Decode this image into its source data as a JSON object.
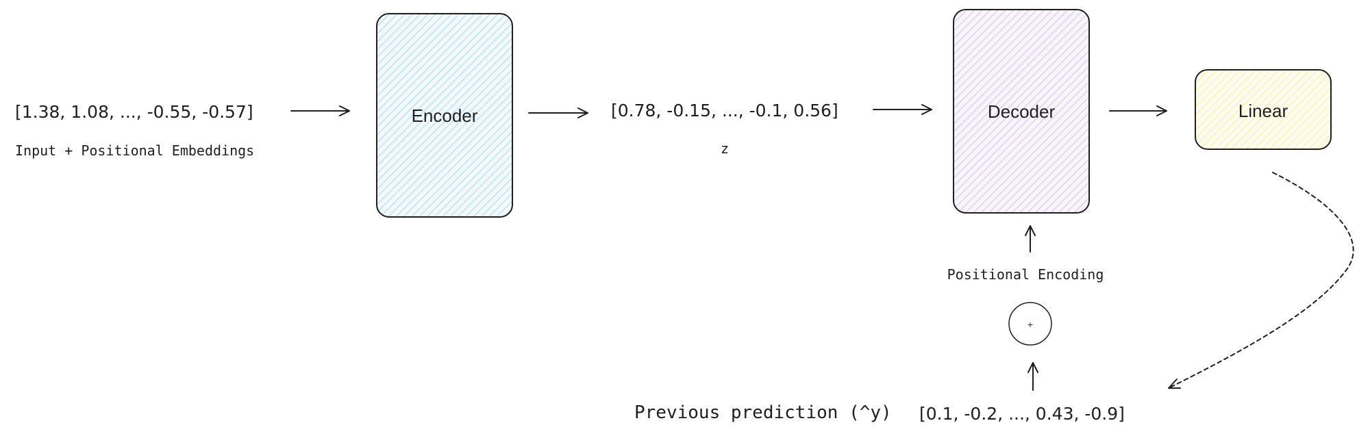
{
  "input": {
    "vector": "[1.38, 1.08, ..., -0.55, -0.57]",
    "caption": "Input + Positional Embeddings"
  },
  "encoder": {
    "label": "Encoder",
    "color": "#a5d8ff"
  },
  "latent": {
    "vector": "[0.78, -0.15, ..., -0.1, 0.56]",
    "caption": "z"
  },
  "decoder": {
    "label": "Decoder",
    "color": "#d0bfff"
  },
  "linear": {
    "label": "Linear",
    "color": "#ffec99"
  },
  "positional_encoding": {
    "caption": "Positional Encoding",
    "operator": "+"
  },
  "previous_prediction": {
    "caption": "Previous prediction (^y)",
    "vector": "[0.1, -0.2, ..., 0.43, -0.9]"
  }
}
